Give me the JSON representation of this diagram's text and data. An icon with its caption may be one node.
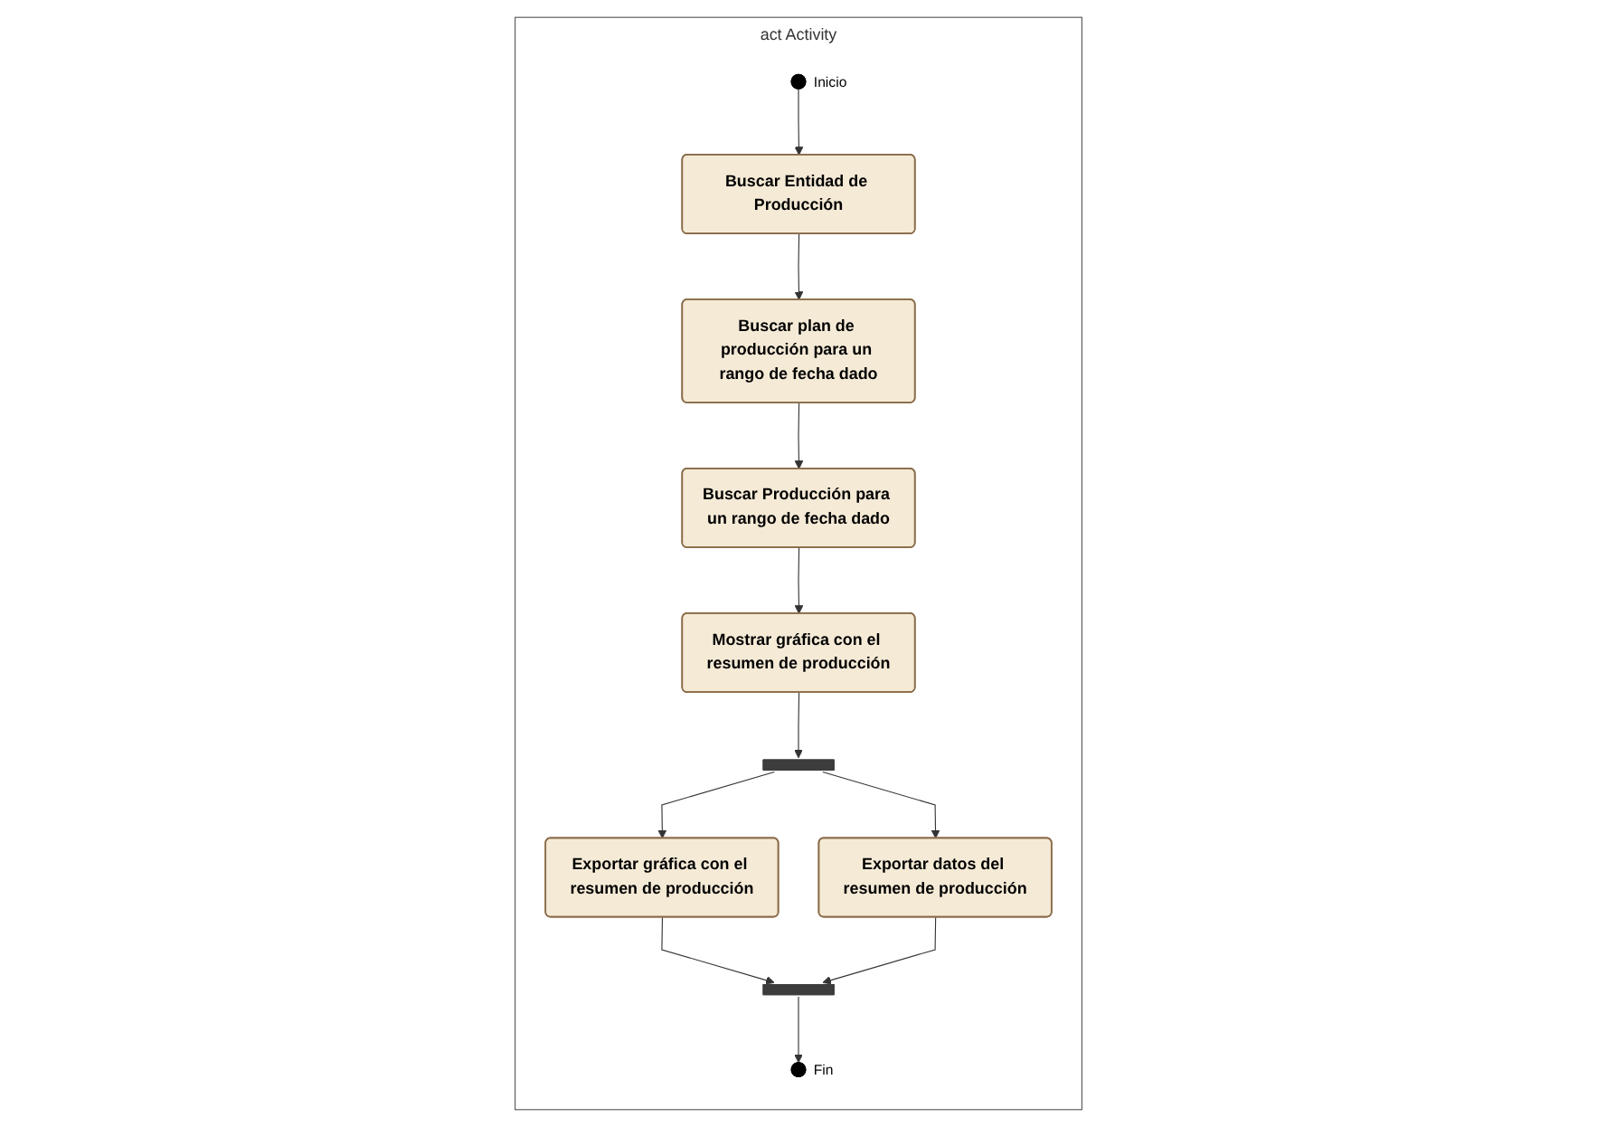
{
  "diagram": {
    "nodes": [
      {
        "text": [
          "act Activity"
        ]
      },
      {
        "text": [],
        "shape": "circle",
        "beside": [
          "Inicio"
        ],
        "in": 0
      },
      {
        "text": [
          "Buscar Entidad de Producción"
        ],
        "in": 0
      },
      {
        "text": [
          "Buscar plan de producción para un rango de fecha dado"
        ],
        "in": 0
      },
      {
        "text": [
          "Buscar Producción para un rango de fecha dado"
        ],
        "in": 0
      },
      {
        "text": [
          "Mostrar gráfica con el resumen de producción"
        ],
        "in": 0
      },
      {
        "text": [],
        "shape": "bar",
        "in": 0
      },
      {
        "text": [
          "Exportar gráfica con el resumen de producción"
        ],
        "in": 0
      },
      {
        "text": [
          "Exportar datos del resumen de producción"
        ],
        "in": 0
      },
      {
        "text": [],
        "shape": "bar",
        "in": 0
      },
      {
        "text": [],
        "shape": "circle",
        "beside": [
          "Fin"
        ],
        "in": 0
      }
    ],
    "edges": [
      {
        "from": 1,
        "to": 2,
        "arrow": "to"
      },
      {
        "from": 2,
        "to": 3,
        "arrow": "to"
      },
      {
        "from": 3,
        "to": 4,
        "arrow": "to"
      },
      {
        "from": 4,
        "to": 5,
        "arrow": "to"
      },
      {
        "from": 5,
        "to": 6,
        "arrow": "to"
      },
      {
        "from": 6,
        "to": 7,
        "arrow": "to"
      },
      {
        "from": 6,
        "to": 8,
        "arrow": "to"
      },
      {
        "from": 7,
        "to": 9,
        "arrow": "to"
      },
      {
        "from": 8,
        "to": 9,
        "arrow": "to"
      },
      {
        "from": 9,
        "to": 10,
        "arrow": "to"
      }
    ]
  }
}
